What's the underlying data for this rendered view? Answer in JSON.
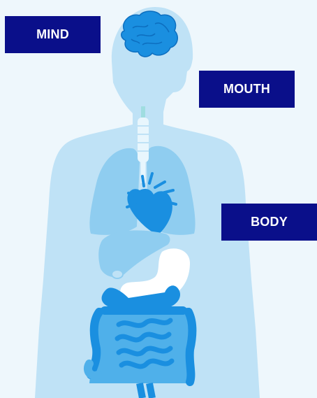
{
  "labels": {
    "mind": "MIND",
    "mouth": "MOUTH",
    "body": "BODY"
  },
  "colors": {
    "background": "#eef7fc",
    "silhouette": "#bfe2f6",
    "organ_light": "#8fcdf0",
    "organ_mid": "#4fb0ea",
    "organ_dark": "#1a8fe0",
    "label_bg": "#0a0f8a",
    "label_text": "#ffffff"
  },
  "icons": {
    "brain": "brain-icon",
    "lungs": "lungs-icon",
    "heart": "heart-icon",
    "liver": "liver-icon",
    "stomach": "stomach-icon",
    "intestines": "intestines-icon",
    "trachea": "trachea-icon"
  }
}
